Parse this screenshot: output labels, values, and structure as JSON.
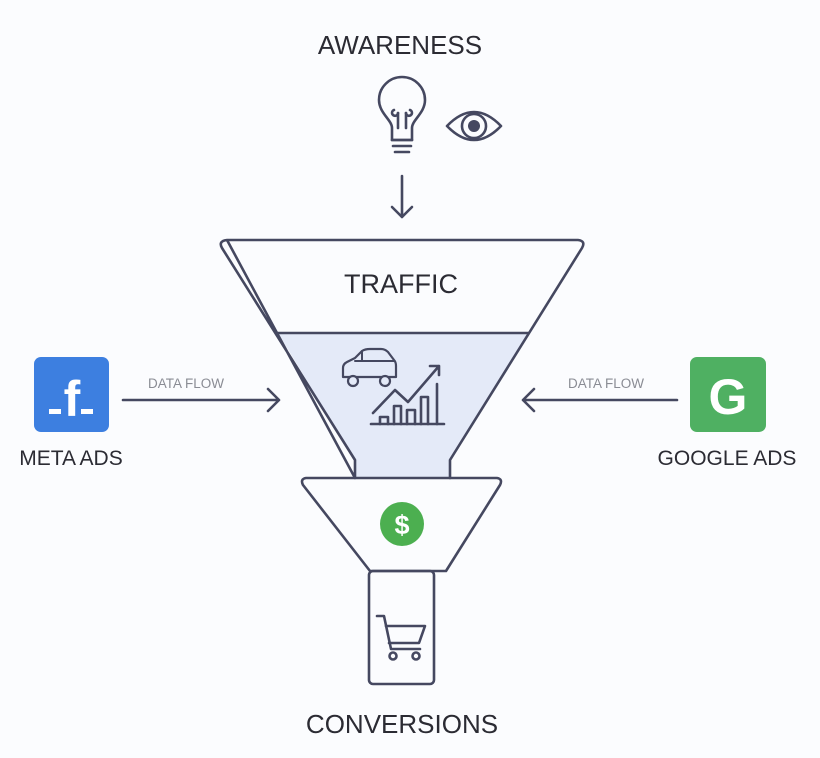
{
  "awareness": {
    "label": "AWARENESS",
    "icons": [
      "lightbulb-icon",
      "eye-icon"
    ]
  },
  "traffic": {
    "label": "TRAFFIC",
    "icons": [
      "car-icon",
      "growth-chart-icon"
    ]
  },
  "conversion_stage": {
    "icon": "dollar-icon",
    "symbol": "$"
  },
  "conversions": {
    "label": "CONVERSIONS",
    "icon": "shopping-cart-icon"
  },
  "meta": {
    "label": "META ADS",
    "glyph": "f",
    "flow_label": "DATA FLOW"
  },
  "google": {
    "label": "GOOGLE ADS",
    "glyph": "G",
    "flow_label": "DATA FLOW"
  },
  "colors": {
    "meta_blue": "#3d7fe0",
    "google_green": "#4fb062",
    "dollar_green": "#4caf50",
    "funnel_fill": "#e4eaf8",
    "stroke": "#454860"
  }
}
